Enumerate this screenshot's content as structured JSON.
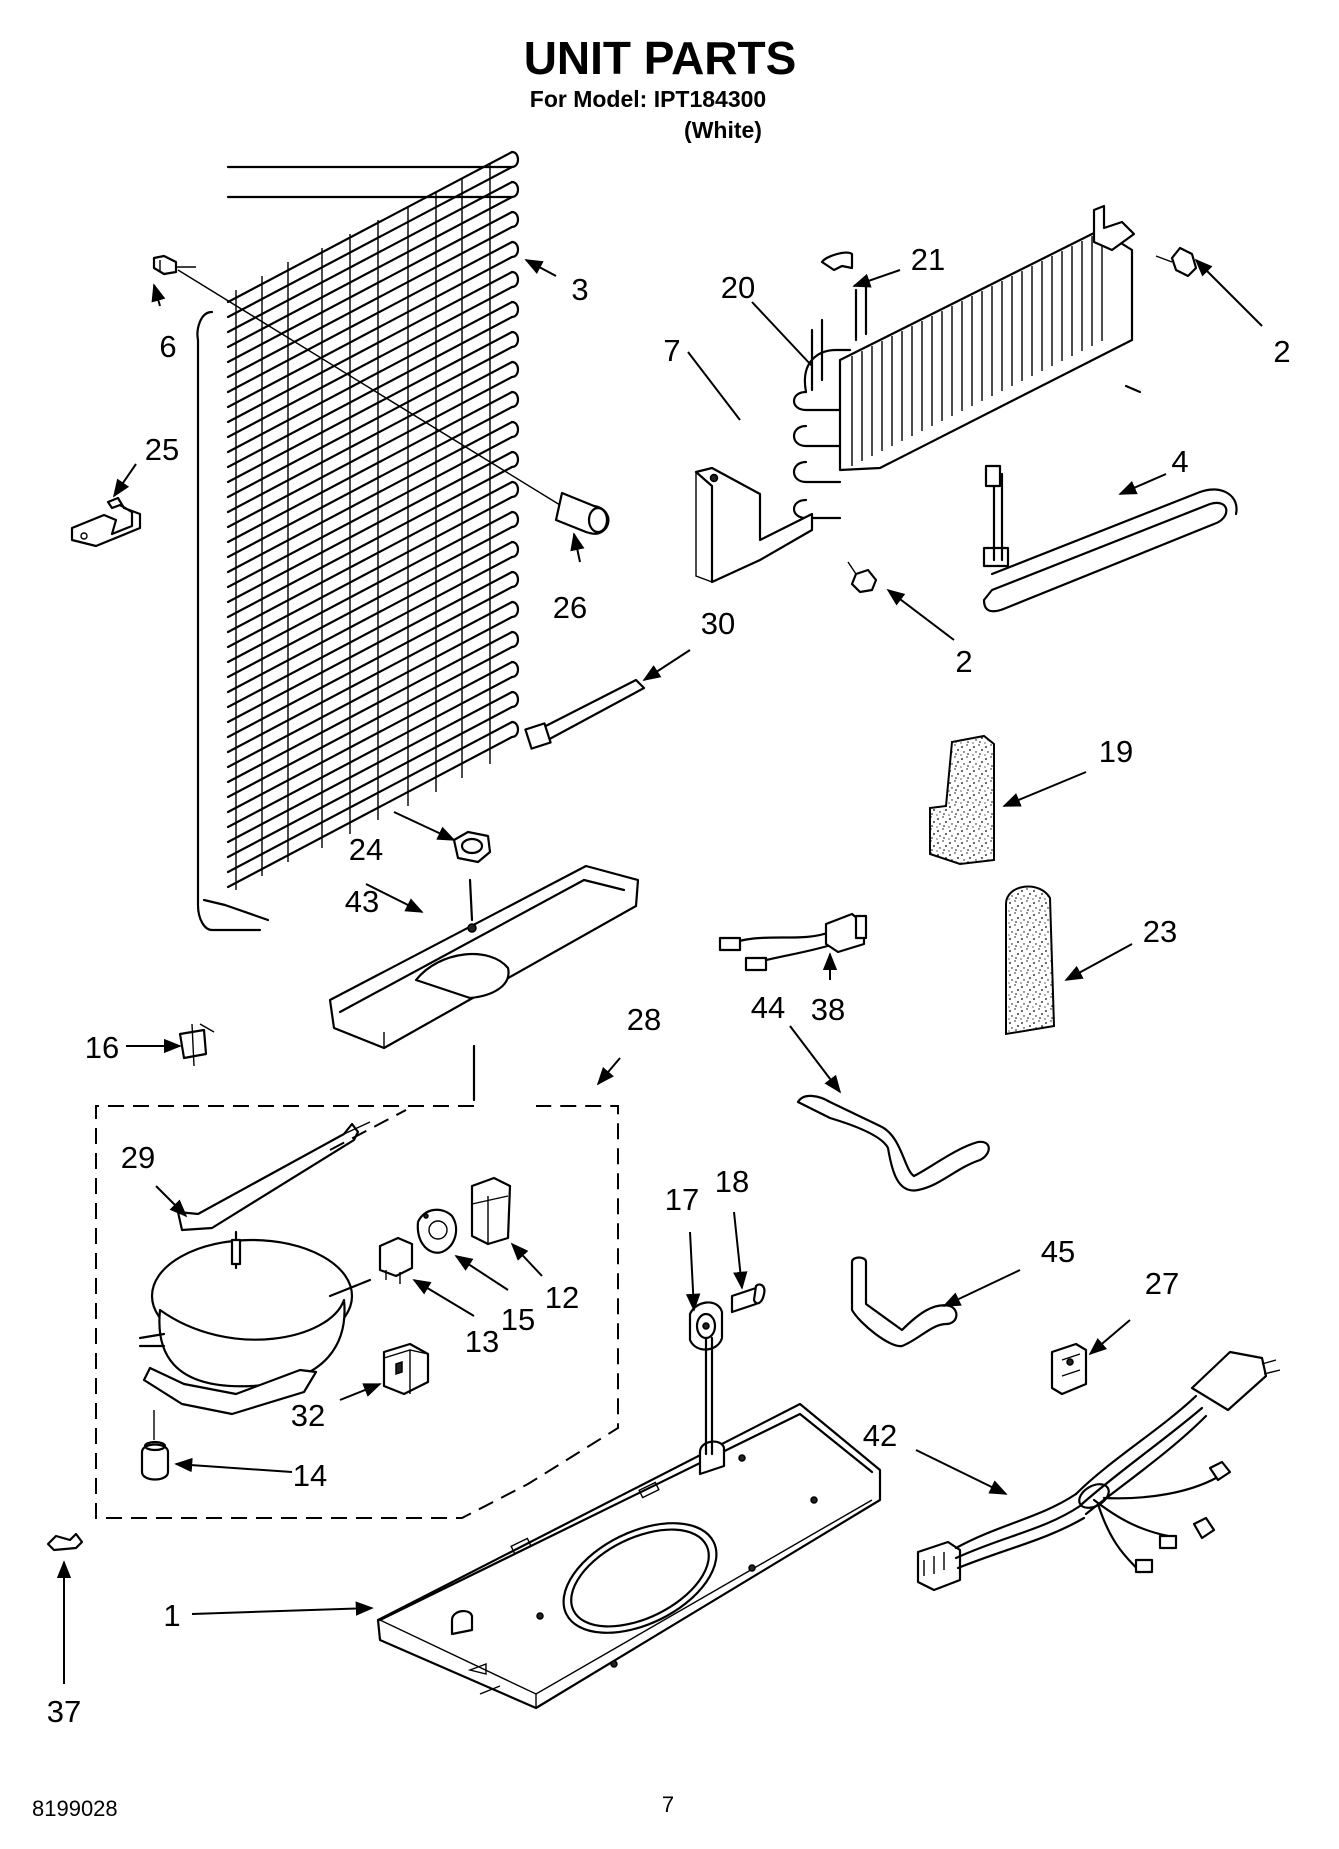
{
  "header": {
    "title": "UNIT PARTS",
    "model_line": "For Model: IPT184300",
    "color_line": "(White)"
  },
  "footer": {
    "doc_number": "8199028",
    "page_number": "7"
  },
  "callouts": [
    {
      "id": "c1",
      "label": "1"
    },
    {
      "id": "c2a",
      "label": "2"
    },
    {
      "id": "c2b",
      "label": "2"
    },
    {
      "id": "c3",
      "label": "3"
    },
    {
      "id": "c4",
      "label": "4"
    },
    {
      "id": "c6",
      "label": "6"
    },
    {
      "id": "c7",
      "label": "7"
    },
    {
      "id": "c12",
      "label": "12"
    },
    {
      "id": "c13",
      "label": "13"
    },
    {
      "id": "c14",
      "label": "14"
    },
    {
      "id": "c15",
      "label": "15"
    },
    {
      "id": "c16",
      "label": "16"
    },
    {
      "id": "c17",
      "label": "17"
    },
    {
      "id": "c18",
      "label": "18"
    },
    {
      "id": "c19",
      "label": "19"
    },
    {
      "id": "c20",
      "label": "20"
    },
    {
      "id": "c21",
      "label": "21"
    },
    {
      "id": "c23",
      "label": "23"
    },
    {
      "id": "c24",
      "label": "24"
    },
    {
      "id": "c25",
      "label": "25"
    },
    {
      "id": "c26",
      "label": "26"
    },
    {
      "id": "c27",
      "label": "27"
    },
    {
      "id": "c28",
      "label": "28"
    },
    {
      "id": "c29",
      "label": "29"
    },
    {
      "id": "c30",
      "label": "30"
    },
    {
      "id": "c32",
      "label": "32"
    },
    {
      "id": "c37",
      "label": "37"
    },
    {
      "id": "c38",
      "label": "38"
    },
    {
      "id": "c42",
      "label": "42"
    },
    {
      "id": "c43",
      "label": "43"
    },
    {
      "id": "c44",
      "label": "44"
    },
    {
      "id": "c45",
      "label": "45"
    }
  ]
}
